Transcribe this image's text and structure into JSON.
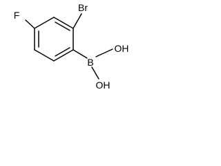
{
  "molecule": {
    "atoms": {
      "fluorine": "F",
      "bromine": "Br",
      "boron": "B",
      "hydroxyl_upper": "OH",
      "hydroxyl_lower": "OH"
    },
    "line_color": "#000000",
    "background": "#ffffff"
  }
}
